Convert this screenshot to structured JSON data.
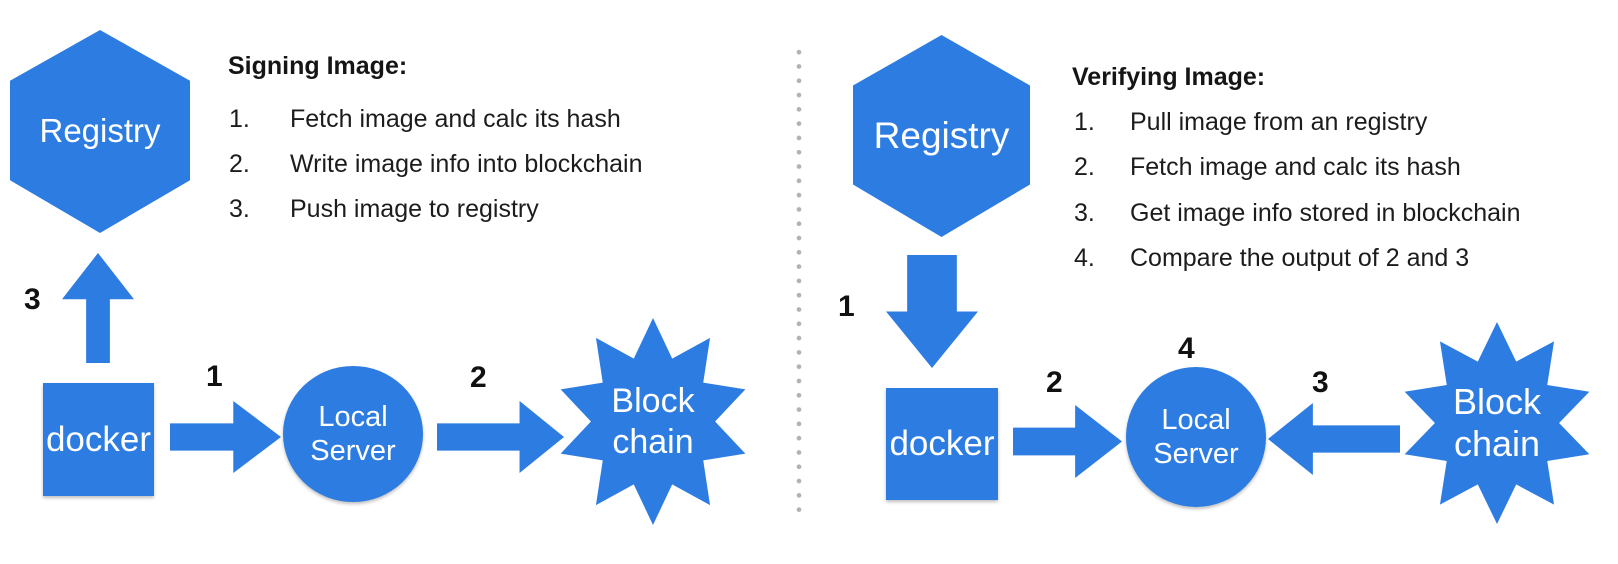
{
  "colors": {
    "shape_blue": "#2d7ce2",
    "divider_gray": "#b2b2b2",
    "text_black": "#151515",
    "shape_text_white": "#ffffff"
  },
  "left": {
    "registry_label": "Registry",
    "docker_label": "docker",
    "server_line1": "Local",
    "server_line2": "Server",
    "chain_line1": "Block",
    "chain_line2": "chain",
    "heading": "Signing Image:",
    "steps": [
      {
        "num": "1.",
        "text": "Fetch image and calc its hash"
      },
      {
        "num": "2.",
        "text": "Write image info into blockchain"
      },
      {
        "num": "3.",
        "text": "Push image to registry"
      }
    ],
    "arrow_labels": {
      "docker_to_registry": "3",
      "docker_to_server": "1",
      "server_to_chain": "2"
    }
  },
  "right": {
    "registry_label": "Registry",
    "docker_label": "docker",
    "server_line1": "Local",
    "server_line2": "Server",
    "chain_line1": "Block",
    "chain_line2": "chain",
    "heading": "Verifying Image:",
    "steps": [
      {
        "num": "1.",
        "text": "Pull image from an registry"
      },
      {
        "num": "2.",
        "text": "Fetch image and calc its hash"
      },
      {
        "num": "3.",
        "text": "Get image info stored in blockchain"
      },
      {
        "num": "4.",
        "text": "Compare the output of 2 and 3"
      }
    ],
    "arrow_labels": {
      "registry_to_docker": "1",
      "docker_to_server": "2",
      "chain_to_server": "3",
      "server_compare": "4"
    }
  }
}
